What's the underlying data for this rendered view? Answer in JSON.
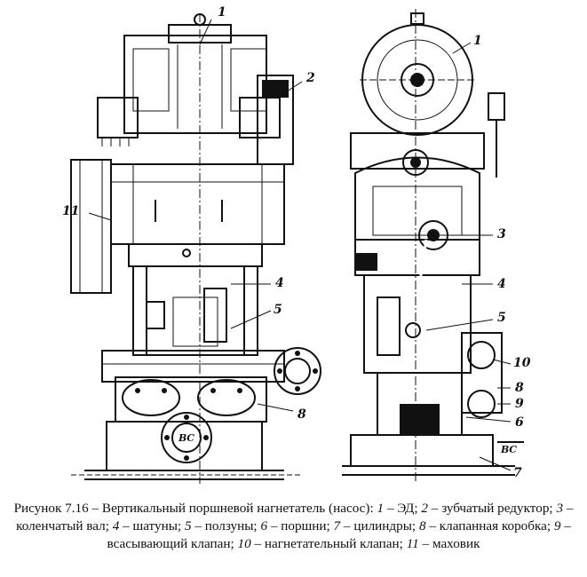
{
  "figure": {
    "callouts_left": [
      "1",
      "2",
      "11",
      "4",
      "5",
      "8"
    ],
    "callouts_right": [
      "1",
      "3",
      "4",
      "5",
      "10",
      "8",
      "9",
      "6",
      "7"
    ],
    "stamp_left": "ВС",
    "stamp_right": "ВС"
  },
  "caption": {
    "line1_prefix": "Рисунок 7.16 – Вертикальный поршневой нагнетатель (насос): ",
    "parts": [
      {
        "num": "1",
        "text": " – ЭД; "
      },
      {
        "num": "2",
        "text": " – зубчатый редуктор; "
      },
      {
        "num": "3",
        "text": " – коленчатый вал; "
      },
      {
        "num": "4",
        "text": " – шатуны; "
      },
      {
        "num": "5",
        "text": " – ползуны; "
      },
      {
        "num": "6",
        "text": " – поршни; "
      },
      {
        "num": "7",
        "text": " – цилиндры; "
      },
      {
        "num": "8",
        "text": " – клапанная коробка; "
      },
      {
        "num": "9",
        "text": " – всасывающий клапан; "
      },
      {
        "num": "10",
        "text": " – нагнетательный клапан; "
      },
      {
        "num": "11",
        "text": " – маховик"
      }
    ]
  }
}
